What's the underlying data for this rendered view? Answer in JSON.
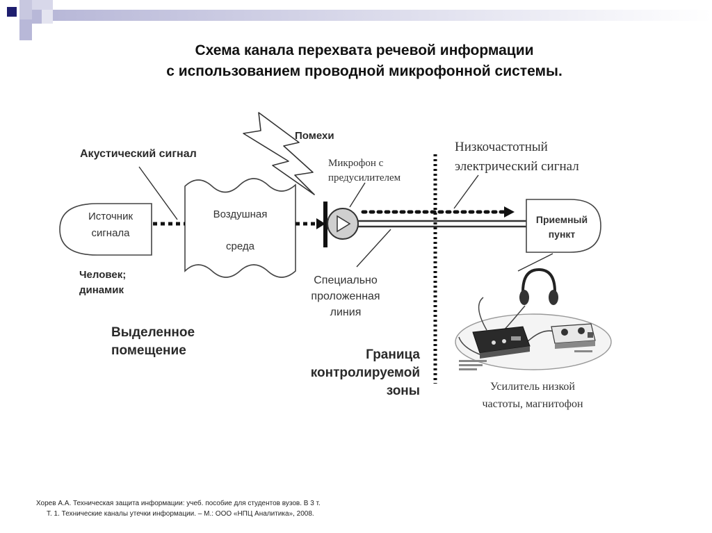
{
  "slide": {
    "title_line1": "Схема канала перехвата речевой информации",
    "title_line2": "с использованием проводной микрофонной системы."
  },
  "diagram": {
    "acoustic_signal": "Акустический сигнал",
    "noise": "Помехи",
    "microphone_line1": "Микрофон с",
    "microphone_line2": "предусилителем",
    "lf_signal_line1": "Низкочастотный",
    "lf_signal_line2": "электрический сигнал",
    "source_line1": "Источник",
    "source_line2": "сигнала",
    "air_line1": "Воздушная",
    "air_line2": "среда",
    "receiver_line1": "Приемный",
    "receiver_line2": "пункт",
    "person_line1": "Человек;",
    "person_line2": "динамик",
    "line_label_line1": "Специально",
    "line_label_line2": "проложенная",
    "line_label_line3": "линия",
    "room_line1": "Выделенное",
    "room_line2": "помещение",
    "border_line1": "Граница",
    "border_line2": "контролируемой",
    "border_line3": "зоны",
    "amp_line1": "Усилитель низкой",
    "amp_line2": "частоты, магнитофон"
  },
  "reference": {
    "line1": "Хорев А.А. Техническая защита информации: учеб. пособие для студентов вузов. В 3 т.",
    "line2": "Т. 1. Технические каналы утечки информации. – М.: ООО «НПЦ Аналитика», 2008."
  },
  "colors": {
    "deco_dark": "#1e1e6e",
    "deco_light": "#b8b8d8",
    "line": "#111111"
  }
}
